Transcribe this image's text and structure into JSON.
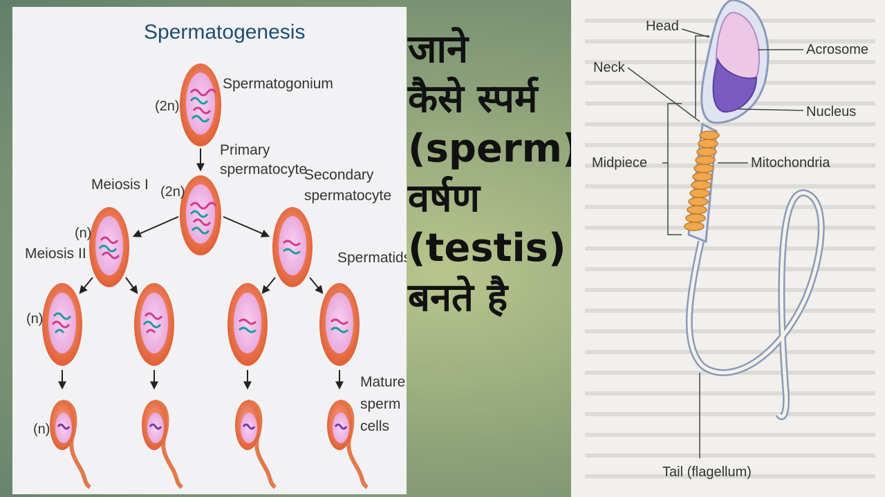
{
  "left_diagram": {
    "title": "Spermatogenesis",
    "labels": {
      "spermatogonium": "Spermatogonium",
      "primary_line1": "Primary",
      "primary_line2": "spermatocyte",
      "secondary_line1": "Secondary",
      "secondary_line2": "spermatocyte",
      "meiosis1": "Meiosis I",
      "meiosis2": "Meiosis II",
      "spermatids": "Spermatids",
      "mature_line1": "Mature",
      "mature_line2": "sperm",
      "mature_line3": "cells"
    },
    "ploidy": {
      "spermatogonium": "(2n)",
      "primary": "(2n)",
      "secondary": "(n)",
      "spermatid": "(n)",
      "sperm": "(n)"
    }
  },
  "headline": {
    "lines": [
      "जाने",
      "कैसे स्पर्म",
      "(sperm)",
      "वर्षण",
      "(testis) मे",
      "बनते है"
    ]
  },
  "right_diagram": {
    "labels": {
      "head": "Head",
      "neck": "Neck",
      "midpiece": "Midpiece",
      "acrosome": "Acrosome",
      "nucleus": "Nucleus",
      "mitochondria": "Mitochondria",
      "tail": "Tail (flagellum)"
    }
  },
  "colors": {
    "cell_outer": "#e8734a",
    "cell_inner": "#f2b8e6",
    "chromosome_pink": "#d23a8c",
    "chromosome_teal": "#1f9aa0",
    "acrosome": "#e8c8e8",
    "nucleus": "#7a5cc0",
    "mitochondria": "#f0a850"
  }
}
